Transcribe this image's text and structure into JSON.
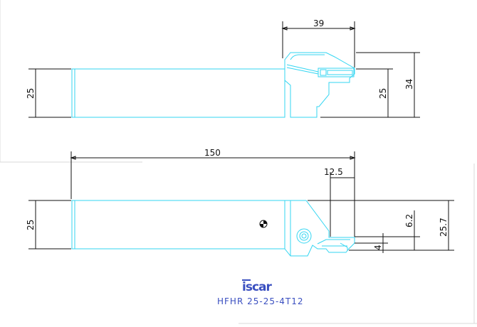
{
  "colors": {
    "part": "#33d6f2",
    "dimension": "#111111",
    "brand": "#3a4fc0"
  },
  "brand": {
    "logo_text": "iscar"
  },
  "product": {
    "designation": "HFHR 25-25-4T12"
  },
  "dimensions": {
    "top_view": {
      "width_39": "39",
      "shank_height": "25",
      "head_height": "34",
      "edge_to_shank": "25"
    },
    "side_view": {
      "length": "150",
      "width_12_5": "12.5",
      "shank_height": "25",
      "height_25_7": "25.7",
      "height_6_2": "6.2",
      "depth_4": "4"
    }
  }
}
